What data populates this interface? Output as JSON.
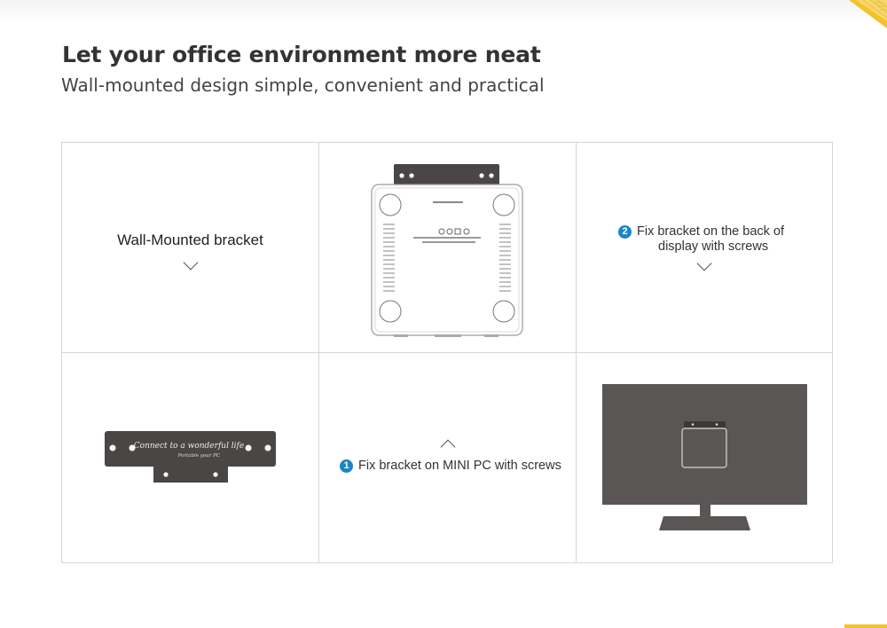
{
  "header": {
    "title": "Let your office environment more neat",
    "subtitle": "Wall-mounted design simple, convenient and practical"
  },
  "cells": {
    "bracket_label": "Wall-Mounted bracket",
    "step2": {
      "number": "2",
      "line1": "Fix bracket on the back of",
      "line2": "display with screws"
    },
    "step1": {
      "number": "1",
      "text": "Fix bracket on MINI PC with screws"
    },
    "bracket_script_line1": "Connect to a wonderful life",
    "bracket_script_line2": "Portable your PC"
  },
  "colors": {
    "accent_blue": "#1a86c8",
    "bracket_gray": "#4a4646",
    "monitor_gray": "#5a5656",
    "grid_border": "#d6d6d6",
    "corner_yellow": "#f3c22b"
  },
  "icons": [
    "chevron-down-icon",
    "chevron-up-icon",
    "step-number-badge"
  ]
}
